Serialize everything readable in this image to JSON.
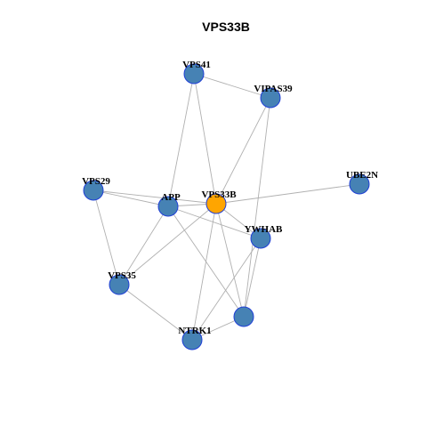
{
  "title": "VPS33B",
  "colors": {
    "background": "#ffffff",
    "edge": "#b0b0b0",
    "node_fill": "#4682b4",
    "node_border": "#1f3fd6",
    "center_fill": "#ffa500"
  },
  "nodes": [
    {
      "id": "vps41",
      "label": "VPS41",
      "center": false
    },
    {
      "id": "vipas39",
      "label": "VIPAS39",
      "center": false
    },
    {
      "id": "vps29",
      "label": "VPS29",
      "center": false
    },
    {
      "id": "app",
      "label": "APP",
      "center": false
    },
    {
      "id": "vps33b",
      "label": "VPS33B",
      "center": true
    },
    {
      "id": "ube2n",
      "label": "UBE2N",
      "center": false
    },
    {
      "id": "ywhab",
      "label": "YWHAB",
      "center": false
    },
    {
      "id": "vps35",
      "label": "VPS35",
      "center": false
    },
    {
      "id": "unlabeled",
      "label": "",
      "center": false
    },
    {
      "id": "ntrk1",
      "label": "NTRK1",
      "center": false
    }
  ],
  "edges": [
    [
      "vps41",
      "vipas39"
    ],
    [
      "vps41",
      "app"
    ],
    [
      "vps41",
      "vps33b"
    ],
    [
      "vipas39",
      "vps33b"
    ],
    [
      "vipas39",
      "unlabeled"
    ],
    [
      "vps29",
      "app"
    ],
    [
      "vps29",
      "vps33b"
    ],
    [
      "vps29",
      "vps35"
    ],
    [
      "app",
      "vps33b"
    ],
    [
      "app",
      "ywhab"
    ],
    [
      "app",
      "vps35"
    ],
    [
      "app",
      "unlabeled"
    ],
    [
      "vps33b",
      "ube2n"
    ],
    [
      "vps33b",
      "ywhab"
    ],
    [
      "vps33b",
      "vps35"
    ],
    [
      "vps33b",
      "ntrk1"
    ],
    [
      "vps33b",
      "unlabeled"
    ],
    [
      "ywhab",
      "ntrk1"
    ],
    [
      "ywhab",
      "unlabeled"
    ],
    [
      "vps35",
      "ntrk1"
    ],
    [
      "unlabeled",
      "ntrk1"
    ]
  ]
}
